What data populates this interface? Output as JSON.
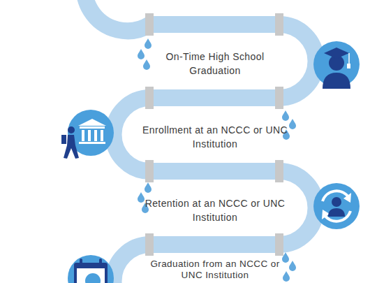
{
  "diagram": {
    "labels": [
      "On-Time High School Graduation",
      "Enrollment at an NCCC or UNC Institution",
      "Retention at an NCCC or UNC Institution",
      "Graduation from an NCCC or UNC Institution"
    ]
  }
}
